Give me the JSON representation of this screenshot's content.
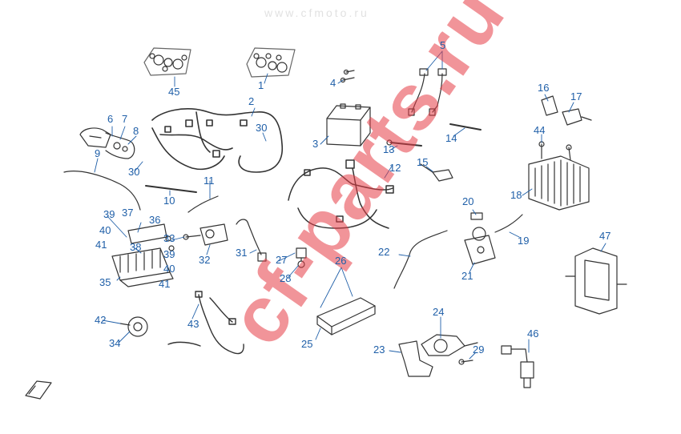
{
  "watermark": {
    "text": "cf-parts.ru",
    "color": "#e63c46"
  },
  "header_faint": {
    "text": "www.cfmoto.ru"
  },
  "callout_color": "#1f5fa8",
  "callouts": [
    {
      "id": "c1",
      "label": "1"
    },
    {
      "id": "c2",
      "label": "2"
    },
    {
      "id": "c3",
      "label": "3"
    },
    {
      "id": "c4",
      "label": "4"
    },
    {
      "id": "c5",
      "label": "5"
    },
    {
      "id": "c6",
      "label": "6"
    },
    {
      "id": "c7",
      "label": "7"
    },
    {
      "id": "c8",
      "label": "8"
    },
    {
      "id": "c9",
      "label": "9"
    },
    {
      "id": "c10",
      "label": "10"
    },
    {
      "id": "c11",
      "label": "11"
    },
    {
      "id": "c12",
      "label": "12"
    },
    {
      "id": "c13",
      "label": "13"
    },
    {
      "id": "c14",
      "label": "14"
    },
    {
      "id": "c15",
      "label": "15"
    },
    {
      "id": "c16",
      "label": "16"
    },
    {
      "id": "c17",
      "label": "17"
    },
    {
      "id": "c18",
      "label": "18"
    },
    {
      "id": "c19",
      "label": "19"
    },
    {
      "id": "c20",
      "label": "20"
    },
    {
      "id": "c21",
      "label": "21"
    },
    {
      "id": "c22",
      "label": "22"
    },
    {
      "id": "c23",
      "label": "23"
    },
    {
      "id": "c24",
      "label": "24"
    },
    {
      "id": "c25",
      "label": "25"
    },
    {
      "id": "c26",
      "label": "26"
    },
    {
      "id": "c27",
      "label": "27"
    },
    {
      "id": "c28",
      "label": "28"
    },
    {
      "id": "c29",
      "label": "29"
    },
    {
      "id": "c30a",
      "label": "30"
    },
    {
      "id": "c30b",
      "label": "30"
    },
    {
      "id": "c31",
      "label": "31"
    },
    {
      "id": "c32",
      "label": "32"
    },
    {
      "id": "c33",
      "label": "33"
    },
    {
      "id": "c34",
      "label": "34"
    },
    {
      "id": "c35",
      "label": "35"
    },
    {
      "id": "c36",
      "label": "36"
    },
    {
      "id": "c37",
      "label": "37"
    },
    {
      "id": "c38",
      "label": "38"
    },
    {
      "id": "c39a",
      "label": "39"
    },
    {
      "id": "c39b",
      "label": "39"
    },
    {
      "id": "c40a",
      "label": "40"
    },
    {
      "id": "c40b",
      "label": "40"
    },
    {
      "id": "c41a",
      "label": "41"
    },
    {
      "id": "c41b",
      "label": "41"
    },
    {
      "id": "c42",
      "label": "42"
    },
    {
      "id": "c43",
      "label": "43"
    },
    {
      "id": "c44",
      "label": "44"
    },
    {
      "id": "c45",
      "label": "45"
    },
    {
      "id": "c46",
      "label": "46"
    },
    {
      "id": "c47",
      "label": "47"
    }
  ]
}
